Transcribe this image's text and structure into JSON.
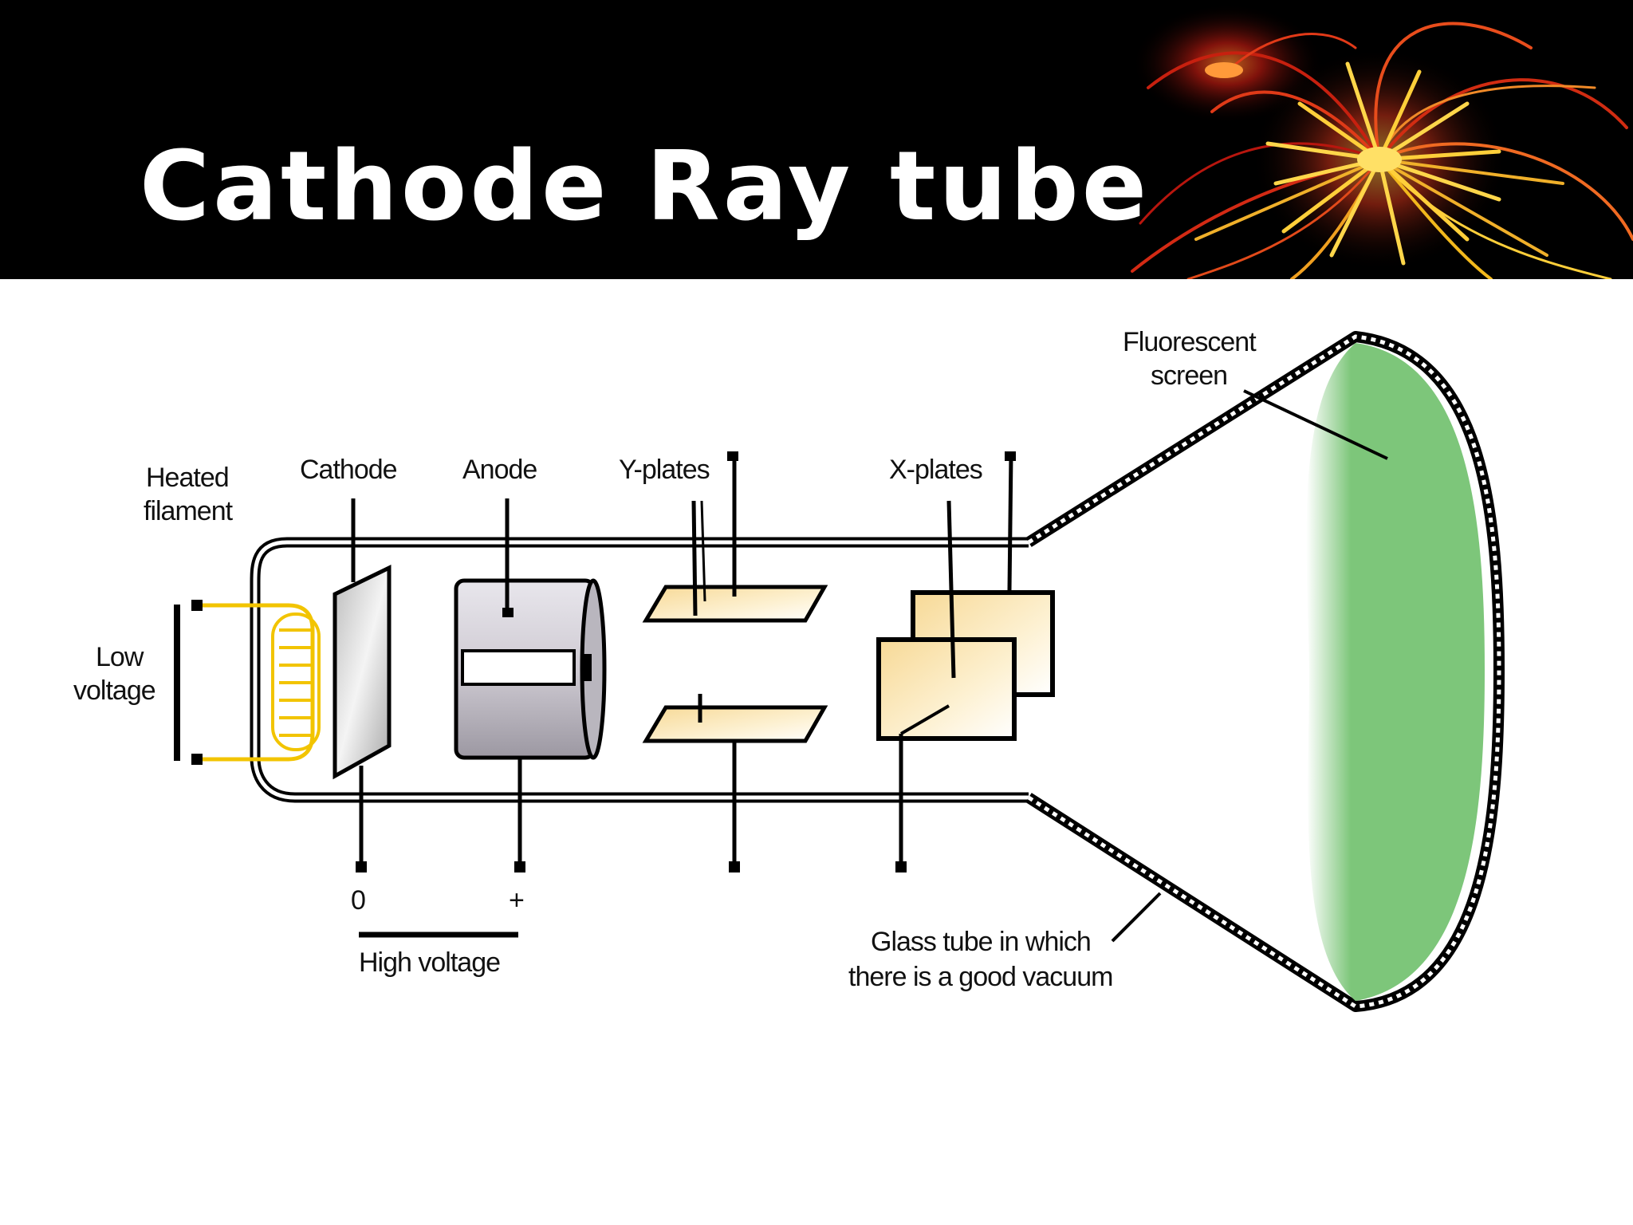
{
  "slide": {
    "title": "Cathode Ray tube"
  },
  "diagram": {
    "labels": {
      "heated_filament": [
        "Heated",
        "filament"
      ],
      "cathode": "Cathode",
      "anode": "Anode",
      "y_plates": "Y-plates",
      "x_plates": "X-plates",
      "fluorescent_screen": [
        "Fluorescent",
        "screen"
      ],
      "low_voltage": [
        "Low",
        "voltage"
      ],
      "terminal_zero": "0",
      "terminal_plus": "+",
      "high_voltage": "High voltage",
      "glass_tube": [
        "Glass tube in which",
        "there is a good vacuum"
      ]
    }
  },
  "colors": {
    "header_bg": "#000000",
    "title_text": "#ffffff",
    "screen_green": "#7dc67a",
    "plate_yellow": "#fbe6b4",
    "filament_wire": "#f2c400",
    "anode_gray": "#cfcbd3"
  }
}
